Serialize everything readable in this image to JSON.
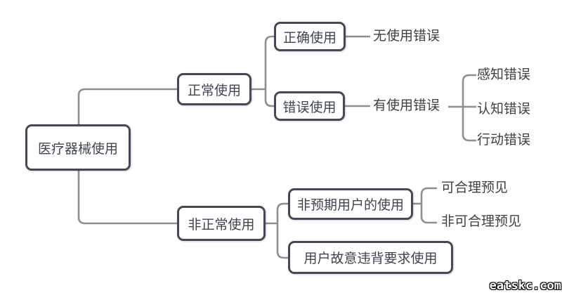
{
  "diagram": {
    "root": "医疗器械使用",
    "branches": [
      {
        "label": "正常使用",
        "children": [
          {
            "label": "正确使用",
            "result": "无使用错误",
            "sub": []
          },
          {
            "label": "错误使用",
            "result": "有使用错误",
            "sub": [
              "感知错误",
              "认知错误",
              "行动错误"
            ]
          }
        ]
      },
      {
        "label": "非正常使用",
        "children": [
          {
            "label": "非预期用户的使用",
            "sub": [
              "可合理预见",
              "非可合理预见"
            ]
          },
          {
            "label": "用户故意违背要求使用",
            "sub": []
          }
        ]
      }
    ]
  },
  "colors": {
    "node_border": "#434a56",
    "node_fill": "#ffffff",
    "node_text": "#3f4550",
    "leaf_text": "#404040",
    "connector": "#8f8f8f",
    "background": "#ffffff"
  },
  "watermark": {
    "text": "eatskc.com"
  }
}
